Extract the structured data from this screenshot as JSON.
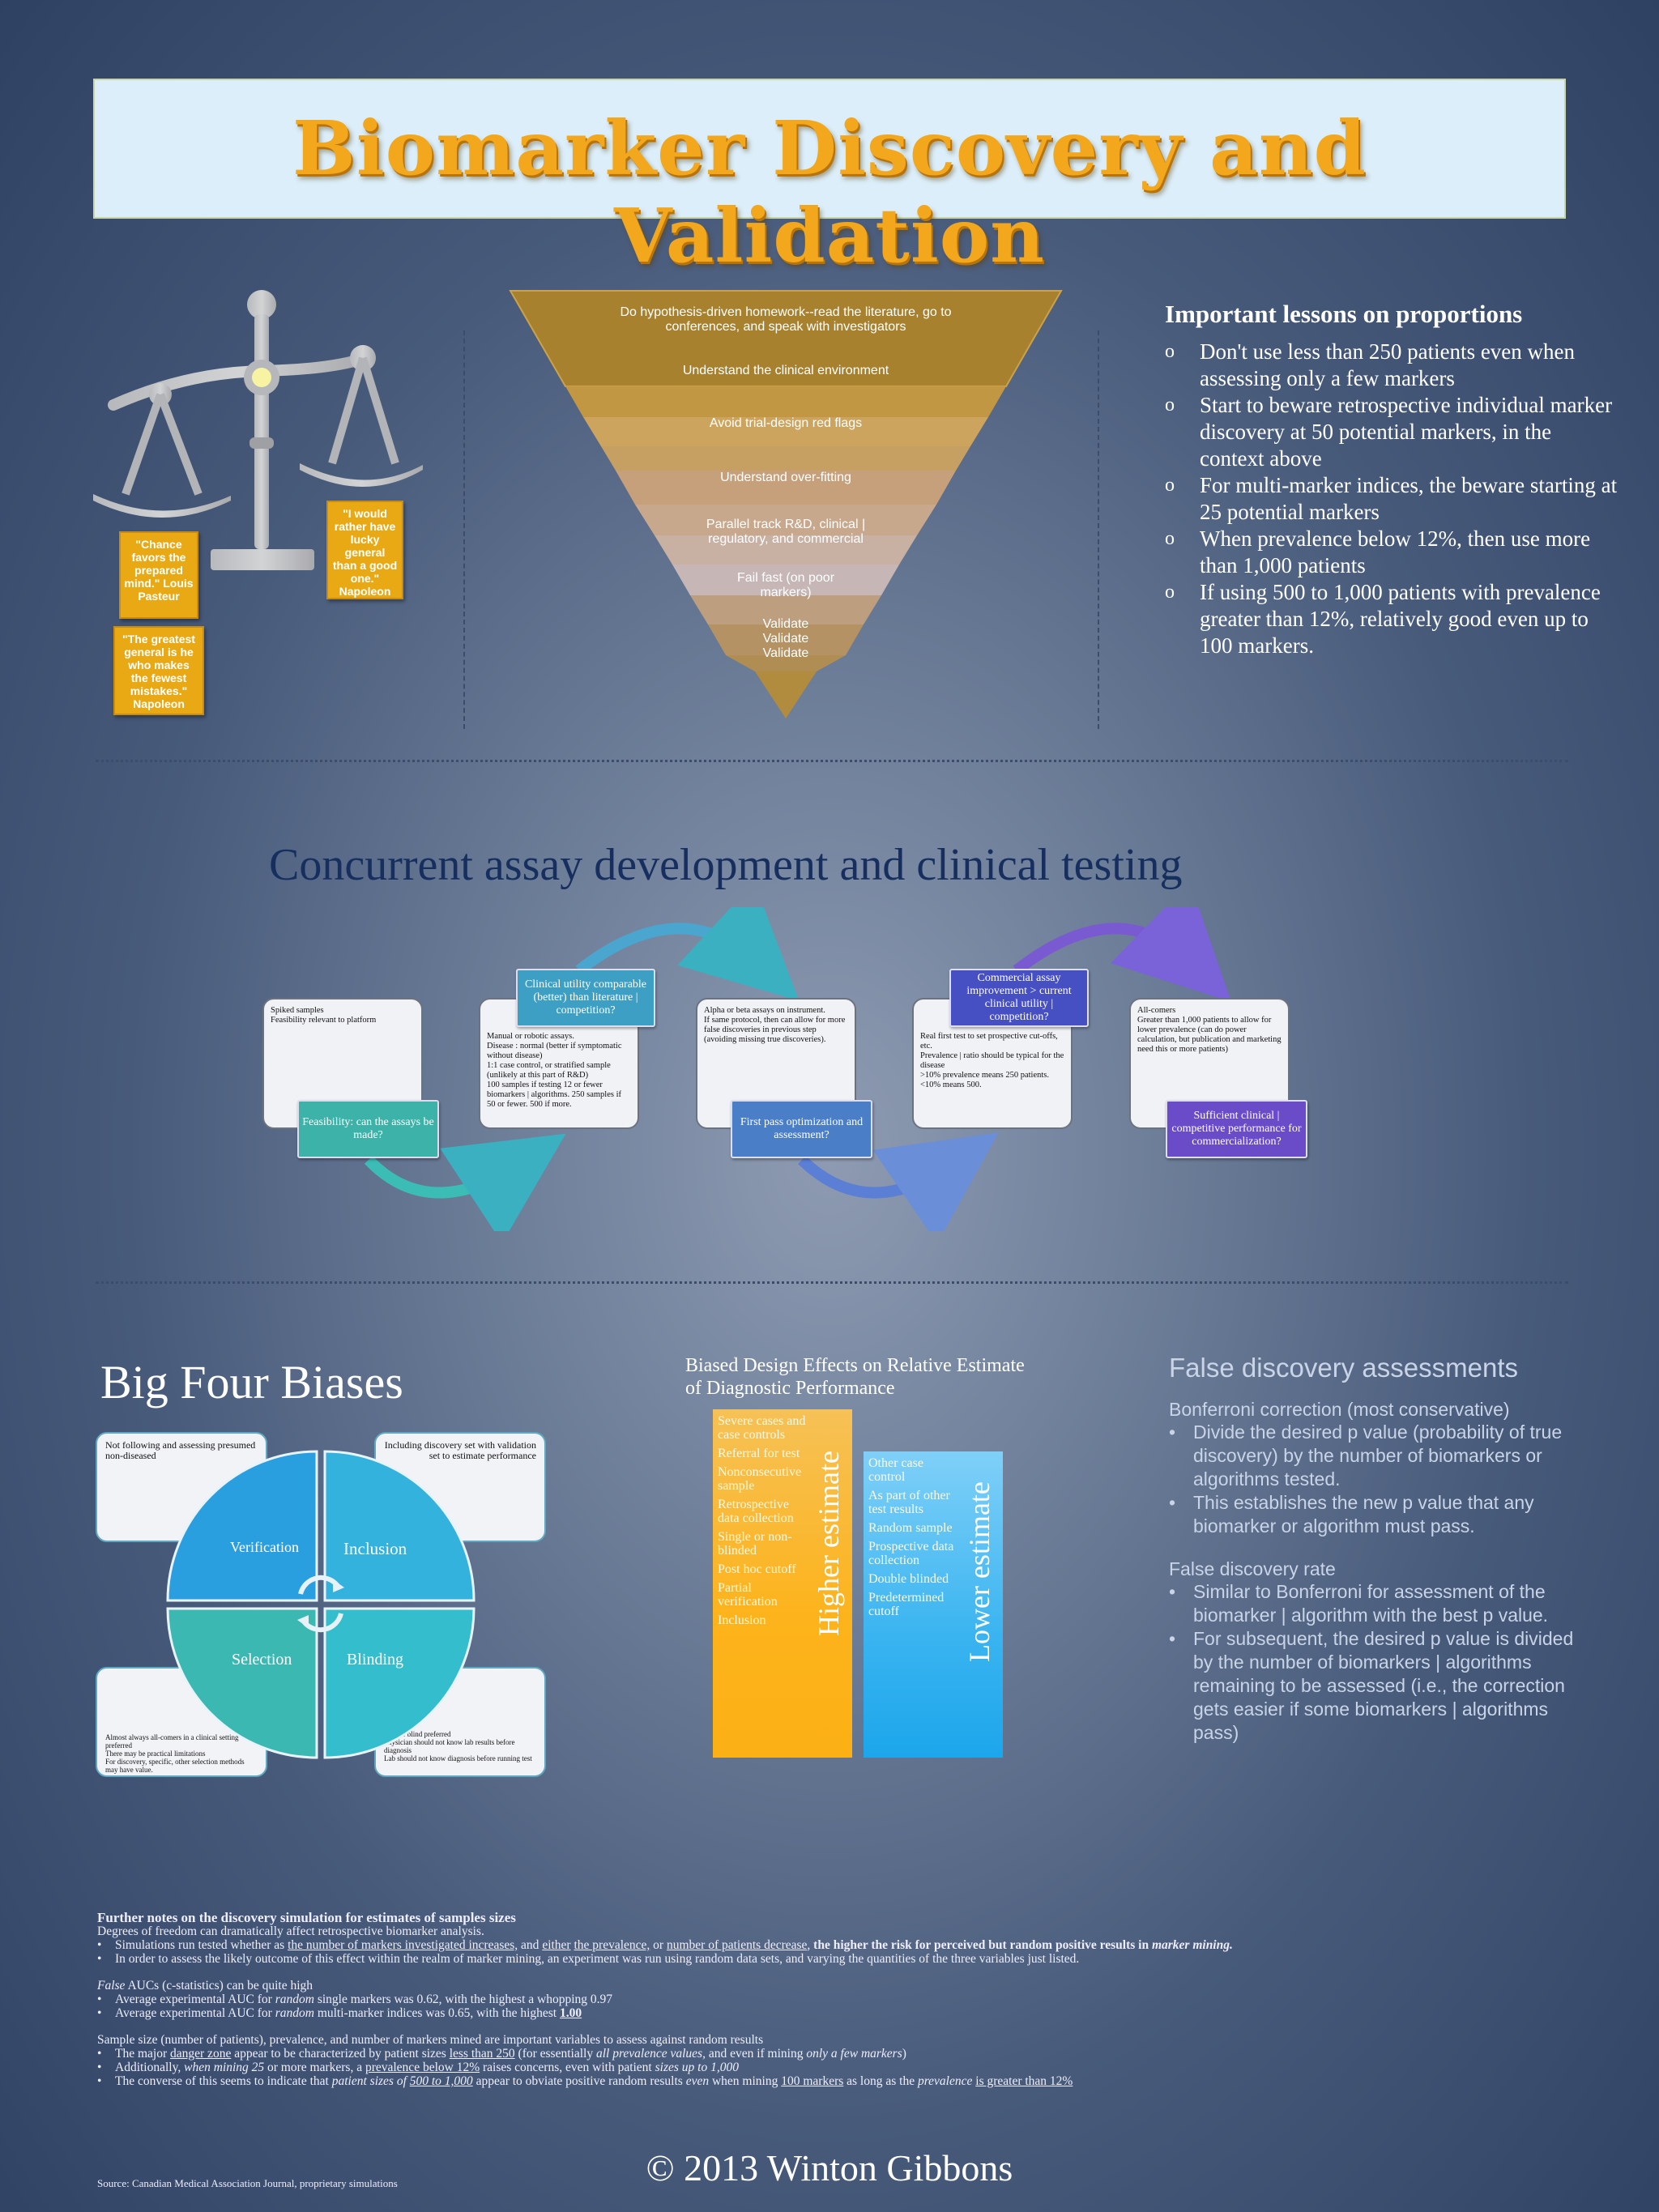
{
  "title": "Biomarker Discovery and Validation",
  "scales": {
    "quotes": [
      "\"Chance favors the prepared mind.\" Louis Pasteur",
      "\"I would rather have lucky general than a good one.\" Napoleon",
      "\"The greatest general is he who makes the fewest mistakes.\" Napoleon"
    ]
  },
  "funnel": [
    "Do hypothesis-driven homework--read the literature, go to conferences, and speak with investigators",
    "Understand the clinical environment",
    "Avoid trial-design red flags",
    "Understand over-fitting",
    "Parallel track R&D, clinical | regulatory, and commercial",
    "Fail fast (on poor markers)",
    "Validate Validate Validate"
  ],
  "lessons": {
    "title": "Important lessons on proportions",
    "items": [
      "Don't use less than 250 patients even when assessing only a few markers",
      "Start to beware retrospective individual marker discovery at 50 potential markers, in the context above",
      "For multi-marker indices, the beware starting at 25 potential markers",
      "When prevalence below 12%, then use more than 1,000 patients",
      "If using 500 to 1,000 patients with prevalence greater than 12%, relatively good even up to 100 markers."
    ]
  },
  "concurrent": {
    "title": "Concurrent assay development and clinical testing",
    "steps": [
      {
        "tag": "Feasibility: can the assays be made?",
        "notes": [
          "Spiked samples",
          "Feasibility relevant to platform"
        ]
      },
      {
        "tag": "Clinical utility comparable (better) than literature | competition?",
        "notes": [
          "Manual or robotic assays.",
          "Disease : normal (better if symptomatic without disease)",
          "1:1 case control, or stratified sample (unlikely at this part of R&D)",
          "100 samples if testing 12 or fewer biomarkers | algorithms. 250 samples if 50 or fewer. 500 if more."
        ]
      },
      {
        "tag": "First pass optimization and assessment?",
        "notes": [
          "Alpha or beta assays on instrument.",
          "If same protocol, then can allow for more false discoveries in previous step (avoiding missing true discoveries)."
        ]
      },
      {
        "tag": "Commercial assay improvement > current clinical utility | competition?",
        "notes": [
          "Real first test to set prospective cut-offs, etc.",
          "Prevalence | ratio should be typical for the disease",
          ">10% prevalence means 250 patients. <10% means 500."
        ]
      },
      {
        "tag": "Sufficient clinical | competitive performance for commercialization?",
        "notes": [
          "All-comers",
          "Greater than 1,000 patients to allow for lower prevalence (can do power calculation, but publication and marketing need this or more patients)"
        ]
      }
    ]
  },
  "biases": {
    "title": "Big Four Biases",
    "quadrants": [
      "Verification",
      "Inclusion",
      "Selection",
      "Blinding"
    ],
    "notes": {
      "verification": [
        "Not following and assessing presumed non-diseased"
      ],
      "inclusion": [
        "Including discovery set with validation set to estimate performance"
      ],
      "selection": [
        "Almost always all-comers in a clinical setting preferred",
        "There may be practical limitations",
        "For discovery, specific, other selection methods may have value."
      ],
      "blinding": [
        "Double blind preferred",
        "Physician should not know lab results before diagnosis",
        "Lab should not know diagnosis before running test"
      ]
    }
  },
  "design_effects": {
    "title": "Biased Design Effects on Relative Estimate of Diagnostic Performance",
    "higher_label": "Higher estimate",
    "lower_label": "Lower estimate",
    "higher_items": [
      "Severe cases and case controls",
      "Referral for test",
      "Nonconsecutive sample",
      "Retrospective data collection",
      "Single or non-blinded",
      "Post hoc cutoff",
      "Partial verification",
      "Inclusion"
    ],
    "lower_items": [
      "Other case control",
      "As part of other test results",
      "Random sample",
      "Prospective data collection",
      "Double blinded",
      "Predetermined cutoff"
    ],
    "colors": {
      "higher": "#f7ad1c",
      "lower": "#39aee9"
    }
  },
  "false_discovery": {
    "title": "False discovery assessments",
    "bonferroni_heading": "Bonferroni correction (most conservative)",
    "bonferroni_items": [
      "Divide the desired p value (probability of true discovery) by the number of biomarkers or algorithms tested.",
      "This establishes the new p value that any biomarker or algorithm must pass."
    ],
    "fdr_heading": "False discovery rate",
    "fdr_items": [
      "Similar to Bonferroni for assessment of the biomarker | algorithm with the best p value.",
      "For subsequent, the desired p value is divided by the number of biomarkers | algorithms remaining to be assessed (i.e., the correction gets easier if some biomarkers | algorithms pass)"
    ]
  },
  "notes": {
    "heading": "Further notes on the discovery simulation for estimates of samples sizes",
    "intro": "Degrees of freedom can dramatically affect retrospective biomarker analysis.",
    "b1": {
      "a": "Simulations run tested whether as ",
      "b": "the number of markers investigated increases,",
      "c": " and ",
      "d": "either",
      "e": " ",
      "f": "the prevalence,",
      "g": " or ",
      "h": "number of patients decrease",
      "i": ", ",
      "j": "the higher the risk for perceived but random positive results in ",
      "k": "marker mining."
    },
    "b2": "In order to assess the likely outcome of this effect within the realm of marker mining, an experiment was run using random data sets, and varying the quantities of the three variables just listed.",
    "auc_heading_a": "False",
    "auc_heading_b": " AUCs  (c-statistics) can be quite high",
    "auc1": {
      "a": "Average experimental AUC for ",
      "b": "random",
      "c": " single markers was 0.62, with the highest a whopping 0.97"
    },
    "auc2": {
      "a": "Average experimental AUC for ",
      "b": "random",
      "c": " multi-marker indices was 0.65, with the highest ",
      "d": "1.00"
    },
    "ss_heading": "Sample size (number of patients), prevalence, and number of markers mined are important variables to assess against random results",
    "ss1": {
      "a": "The major ",
      "b": "danger zone",
      "c": " appear to be  characterized by patient sizes ",
      "d": "less than 250",
      "e": " (for essentially ",
      "f": "all prevalence values,",
      "g": " and even if mining ",
      "h": "only a few markers",
      "i": ")"
    },
    "ss2": {
      "a": "Additionally, ",
      "b": "when mining 25",
      "c": " or more markers, a ",
      "d": "prevalence below 12%",
      "e": " raises concerns, even with patient ",
      "f": "sizes up to 1,000"
    },
    "ss3": {
      "a": "The converse of this seems to indicate that ",
      "b": "patient sizes of ",
      "c": "500 to 1,000",
      "d": " appear to obviate positive random results ",
      "e": "even",
      "f": " when mining ",
      "g": "100 markers",
      "h": " as long as the ",
      "i": "prevalence",
      "j": " ",
      "k": "is greater than 12%"
    }
  },
  "copyright": "© 2013 Winton Gibbons",
  "source": "Source: Canadian Medical Association Journal, proprietary simulations"
}
